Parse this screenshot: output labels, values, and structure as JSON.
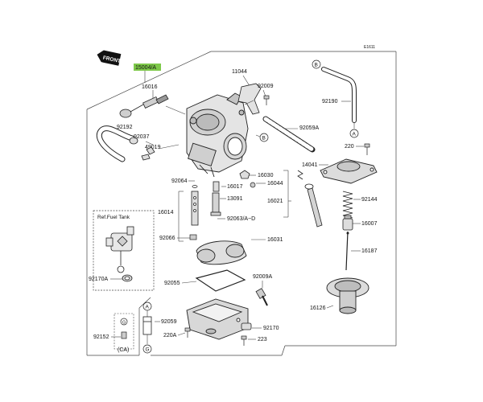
{
  "diagram": {
    "code": "E1611",
    "front_label": "FRONT",
    "highlight_color": "#7ec94a",
    "callout_letters": [
      "B",
      "A",
      "G"
    ],
    "inset_title": "Ref.Fuel Tank",
    "part_numbers": {
      "p15004a": "15004/A",
      "p16016": "16016",
      "p92192": "92192",
      "p92037": "92037",
      "p49019": "49019",
      "p11044": "11044",
      "p92009": "92009",
      "p92059a": "92059A",
      "p92190": "92190",
      "p220": "220",
      "p14041": "14041",
      "p92064": "92064",
      "p16030": "16030",
      "p16017": "16017",
      "p16044": "16044",
      "p13091": "13091",
      "p16021": "16021",
      "p92144": "92144",
      "p16014": "16014",
      "p92063": "92063/A~D",
      "p16007": "16007",
      "p92066": "92066",
      "p16031": "16031",
      "p16187": "16187",
      "p92170a": "92170A",
      "p92055": "92055",
      "p92009a": "92009A",
      "p16126": "16126",
      "p92059": "92059",
      "p92170": "92170",
      "p220a": "220A",
      "p223": "223",
      "p92152": "92152",
      "ca": "(CA)"
    }
  }
}
